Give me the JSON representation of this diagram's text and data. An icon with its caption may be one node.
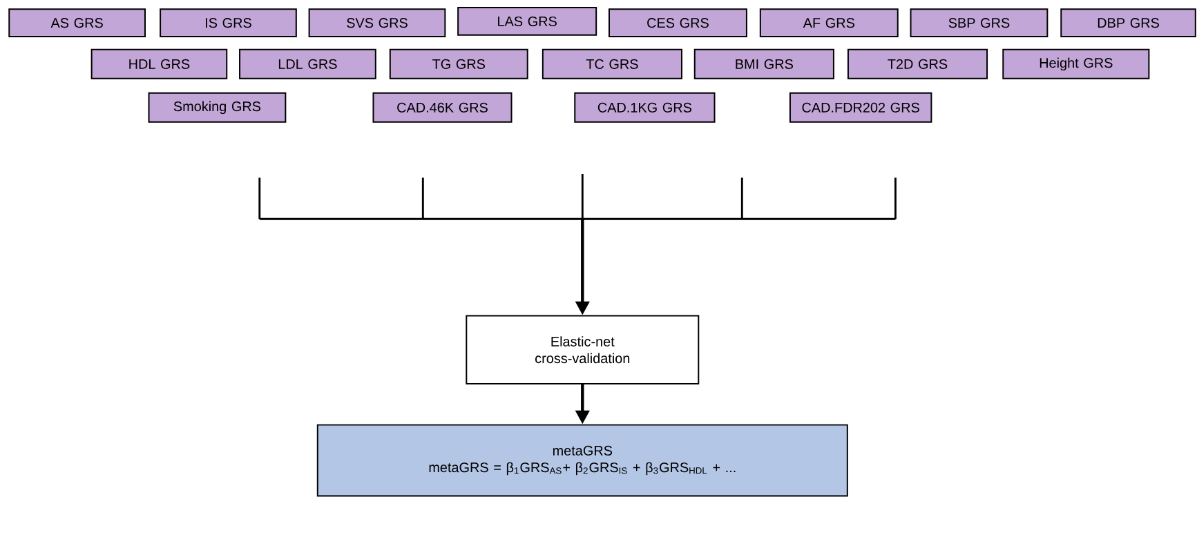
{
  "diagram": {
    "nodes": [
      {
        "text": [
          "AS GRS"
        ]
      },
      {
        "text": [
          "IS GRS"
        ]
      },
      {
        "text": [
          "SVS GRS"
        ]
      },
      {
        "text": [
          "LAS GRS"
        ]
      },
      {
        "text": [
          "CES GRS"
        ]
      },
      {
        "text": [
          "AF GRS"
        ]
      },
      {
        "text": [
          "SBP GRS"
        ]
      },
      {
        "text": [
          "DBP GRS"
        ]
      },
      {
        "text": [
          "HDL GRS"
        ]
      },
      {
        "text": [
          "LDL GRS"
        ]
      },
      {
        "text": [
          "TG GRS"
        ]
      },
      {
        "text": [
          "TC GRS"
        ]
      },
      {
        "text": [
          "BMI GRS"
        ]
      },
      {
        "text": [
          "T2D GRS"
        ]
      },
      {
        "text": [
          "Height GRS"
        ]
      },
      {
        "text": [
          "Smoking GRS"
        ]
      },
      {
        "text": [
          "CAD.46K GRS"
        ]
      },
      {
        "text": [
          "CAD.1KG GRS"
        ]
      },
      {
        "text": [
          "CAD.FDR202 GRS"
        ]
      },
      {
        "text": [],
        "shape": "bracket"
      },
      {
        "text": [
          "Elastic-net cross-validation"
        ]
      },
      {
        "text": [
          "metaGRS",
          "metaGRS = β$_{1}$GRS$_{AS}$+ β$_{2}$GRS$_{IS}$ + β$_{3}$GRS$_{HDL}$ + ..."
        ]
      }
    ],
    "edges": [
      {
        "from": 19,
        "to": 20,
        "arrow": "to"
      },
      {
        "from": 20,
        "to": 21,
        "arrow": "to"
      }
    ]
  }
}
